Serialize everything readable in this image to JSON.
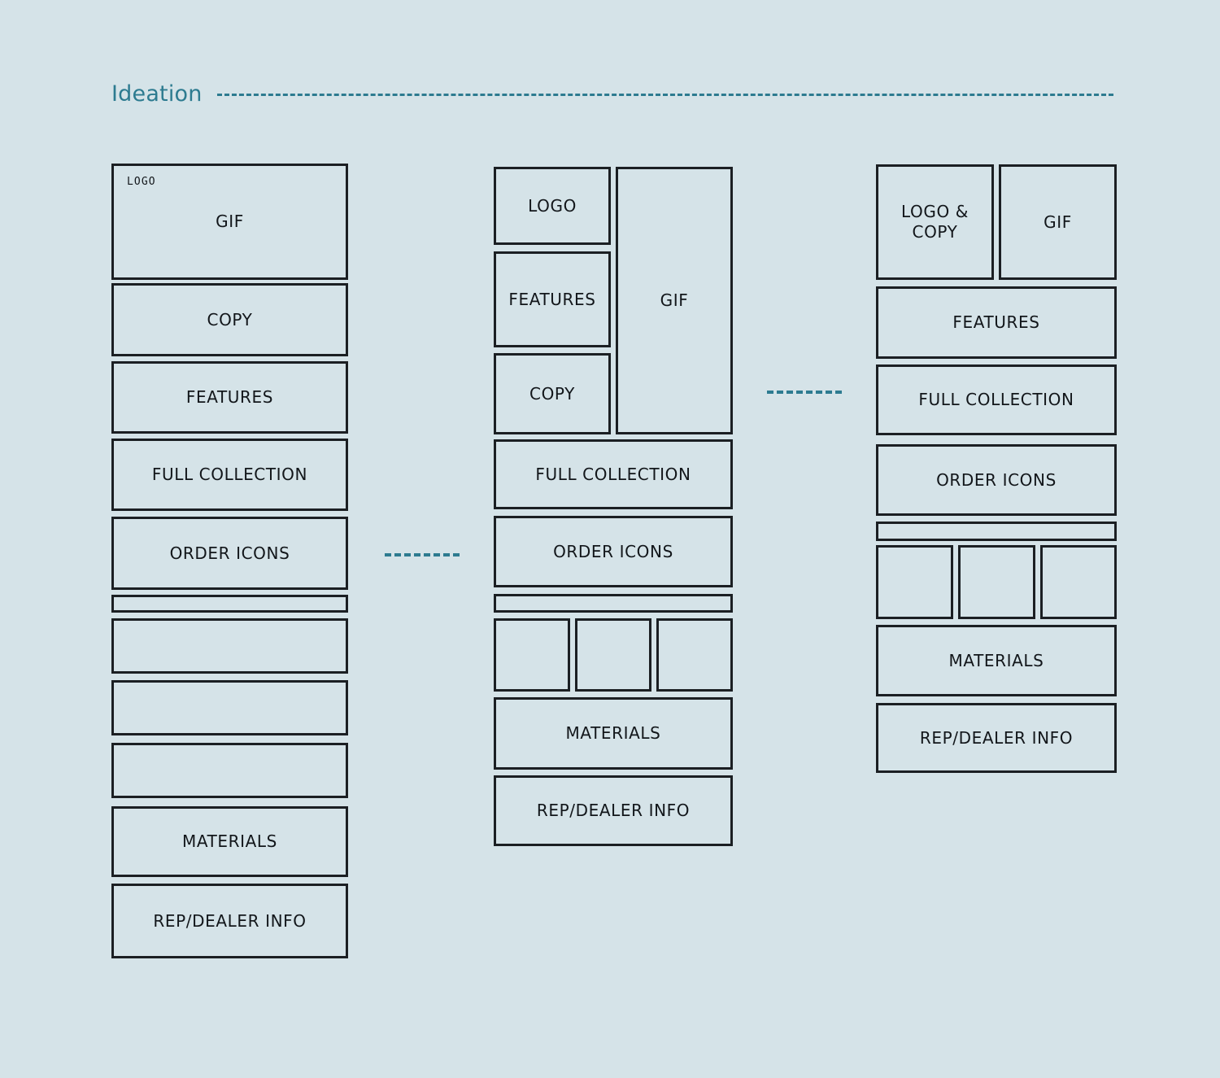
{
  "header": {
    "title": "Ideation",
    "rule_style": "dashed",
    "accent_color": "#2d7b90"
  },
  "theme": {
    "background": "#d5e3e8",
    "box_fill": "#d5e3e8",
    "box_border": "#1b1f23",
    "text": "#12161a",
    "accent": "#2d7b90"
  },
  "connectors": [
    {
      "name": "connector-col1-col2",
      "label": ""
    },
    {
      "name": "connector-col2-col3",
      "label": ""
    }
  ],
  "columns": [
    {
      "name": "concept-1",
      "blocks": [
        {
          "label": "GIF",
          "badge": "LOGO"
        },
        {
          "label": "COPY"
        },
        {
          "label": "FEATURES"
        },
        {
          "label": "FULL COLLECTION"
        },
        {
          "label": "ORDER ICONS"
        },
        {
          "label": ""
        },
        {
          "label": ""
        },
        {
          "label": ""
        },
        {
          "label": ""
        },
        {
          "label": "MATERIALS"
        },
        {
          "label": "REP/DEALER INFO"
        }
      ]
    },
    {
      "name": "concept-2",
      "blocks": [
        {
          "label": "LOGO"
        },
        {
          "label": "FEATURES"
        },
        {
          "label": "COPY"
        },
        {
          "label": "GIF"
        },
        {
          "label": "FULL COLLECTION"
        },
        {
          "label": "ORDER ICONS"
        },
        {
          "label": ""
        },
        {
          "label": ""
        },
        {
          "label": ""
        },
        {
          "label": ""
        },
        {
          "label": "MATERIALS"
        },
        {
          "label": "REP/DEALER INFO"
        }
      ]
    },
    {
      "name": "concept-3",
      "blocks": [
        {
          "label": "LOGO &\nCOPY"
        },
        {
          "label": "GIF"
        },
        {
          "label": "FEATURES"
        },
        {
          "label": "FULL COLLECTION"
        },
        {
          "label": "ORDER ICONS"
        },
        {
          "label": ""
        },
        {
          "label": ""
        },
        {
          "label": ""
        },
        {
          "label": ""
        },
        {
          "label": "MATERIALS"
        },
        {
          "label": "REP/DEALER INFO"
        }
      ]
    }
  ]
}
